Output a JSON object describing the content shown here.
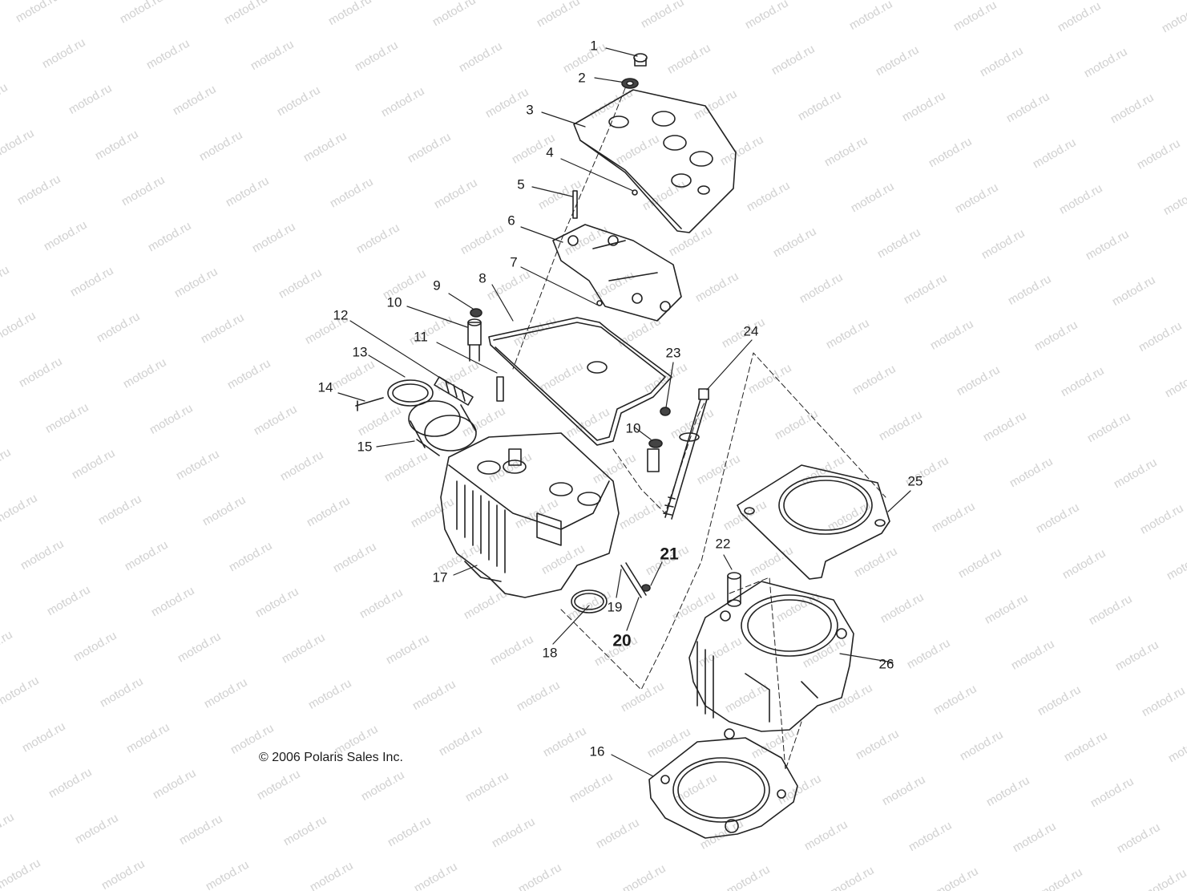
{
  "watermark_text": "motod.ru",
  "copyright": "© 2006 Polaris Sales Inc.",
  "callouts": [
    "1",
    "2",
    "3",
    "4",
    "5",
    "6",
    "7",
    "8",
    "9",
    "10",
    "11",
    "12",
    "13",
    "14",
    "15",
    "17",
    "10",
    "23",
    "24",
    "25",
    "22",
    "21",
    "19",
    "20",
    "18",
    "26",
    "16"
  ]
}
